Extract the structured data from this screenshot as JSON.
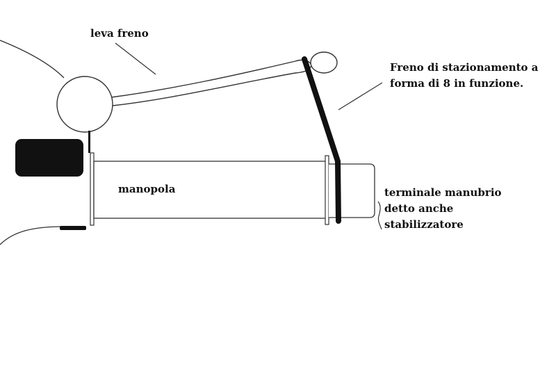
{
  "labels": {
    "brake_lever": "leva freno",
    "parking_brake_line1": "Freno di stazionamento a",
    "parking_brake_line2": "forma di 8 in funzione.",
    "grip": "manopola",
    "bar_end_line1": "terminale manubrio",
    "bar_end_line2": "detto anche",
    "bar_end_line3": "stabilizzatore"
  },
  "colors": {
    "stroke": "#333333",
    "band": "#111111",
    "background": "#ffffff"
  }
}
